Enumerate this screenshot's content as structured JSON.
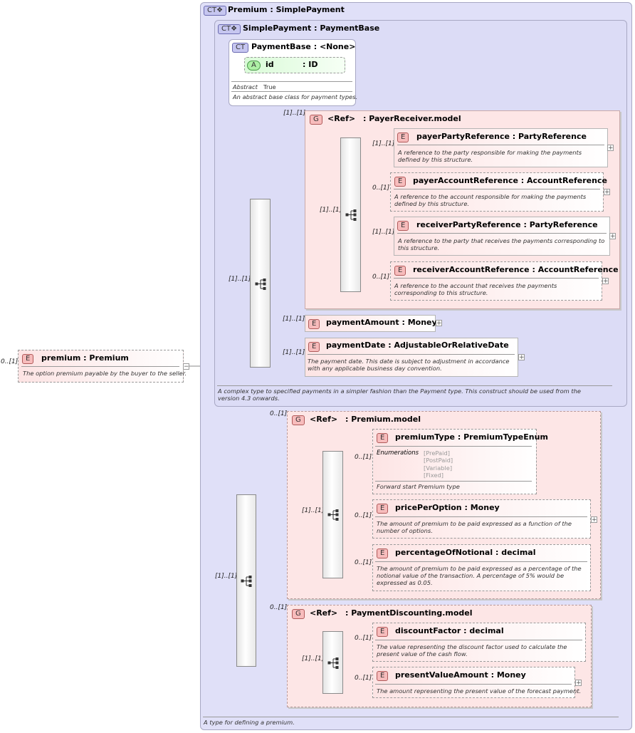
{
  "root_element": {
    "badge": "E",
    "name": "premium",
    "type": "Premium",
    "cardinality": "0..[1]",
    "description": "The option premium payable by the buyer to the seller."
  },
  "complex_type": {
    "badge": "CT",
    "name": "Premium",
    "base": "SimplePayment",
    "description": "A type for defining a premium."
  },
  "simple_payment": {
    "badge": "CT",
    "name": "SimplePayment",
    "base": "PaymentBase",
    "description": "A complex type to specified payments in a simpler fashion than the Payment type. This construct should be used from the version 4.3 onwards."
  },
  "payment_base": {
    "badge": "CT",
    "name": "PaymentBase",
    "base": "<None>",
    "attribute": {
      "badge": "A",
      "name": "id",
      "type": "ID"
    },
    "abstract_label": "Abstract",
    "abstract_value": "True",
    "description": "An abstract base class for payment types."
  },
  "payer_receiver": {
    "badge": "G",
    "ref": "<Ref>",
    "name": "PayerReceiver.model",
    "cardinality": "[1]..[1]",
    "sequence_cardinality": "[1]..[1]",
    "elements": [
      {
        "badge": "E",
        "name": "payerPartyReference",
        "type": "PartyReference",
        "cardinality": "[1]..[1]",
        "description": "A reference to the party responsible for making the payments defined by this structure."
      },
      {
        "badge": "E",
        "name": "payerAccountReference",
        "type": "AccountReference",
        "cardinality": "0..[1]",
        "description": "A reference to the account responsible for making the payments defined by this structure."
      },
      {
        "badge": "E",
        "name": "receiverPartyReference",
        "type": "PartyReference",
        "cardinality": "[1]..[1]",
        "description": "A reference to the party that receives the payments corresponding to this structure."
      },
      {
        "badge": "E",
        "name": "receiverAccountReference",
        "type": "AccountReference",
        "cardinality": "0..[1]",
        "description": "A reference to the account that receives the payments corresponding to this structure."
      }
    ]
  },
  "simple_payment_sequence_cardinality": "[1]..[1]",
  "payment_amount": {
    "badge": "E",
    "name": "paymentAmount",
    "type": "Money",
    "cardinality": "[1]..[1]"
  },
  "payment_date": {
    "badge": "E",
    "name": "paymentDate",
    "type": "AdjustableOrRelativeDate",
    "cardinality": "[1]..[1]",
    "description": "The payment date. This date is subject to adjustment in accordance with any applicable business day convention."
  },
  "premium_sequence_cardinality": "[1]..[1]",
  "premium_model": {
    "badge": "G",
    "ref": "<Ref>",
    "name": "Premium.model",
    "cardinality": "0..[1]",
    "sequence_cardinality": "[1]..[1]",
    "premium_type": {
      "badge": "E",
      "name": "premiumType",
      "type": "PremiumTypeEnum",
      "cardinality": "0..[1]",
      "enumerations_label": "Enumerations",
      "enumerations": [
        "[PrePaid]",
        "[PostPaid]",
        "[Variable]",
        "[Fixed]"
      ],
      "description": "Forward start Premium type"
    },
    "price_per_option": {
      "badge": "E",
      "name": "pricePerOption",
      "type": "Money",
      "cardinality": "0..[1]",
      "description": "The amount of premium to be paid expressed as a function of the number of options."
    },
    "percentage_of_notional": {
      "badge": "E",
      "name": "percentageOfNotional",
      "type": "decimal",
      "cardinality": "0..[1]",
      "description": "The amount of premium to be paid expressed as a percentage of the notional value of the transaction. A percentage of 5% would be expressed as 0.05."
    }
  },
  "payment_discounting": {
    "badge": "G",
    "ref": "<Ref>",
    "name": "PaymentDiscounting.model",
    "cardinality": "0..[1]",
    "sequence_cardinality": "[1]..[1]",
    "discount_factor": {
      "badge": "E",
      "name": "discountFactor",
      "type": "decimal",
      "cardinality": "0..[1]",
      "description": "The value representing the discount factor used to calculate the present value of the cash flow."
    },
    "present_value_amount": {
      "badge": "E",
      "name": "presentValueAmount",
      "type": "Money",
      "cardinality": "0..[1]",
      "description": "The amount representing the present value of the forecast payment."
    }
  },
  "expand_symbol": "+",
  "collapse_symbol": "−",
  "colon": ":"
}
